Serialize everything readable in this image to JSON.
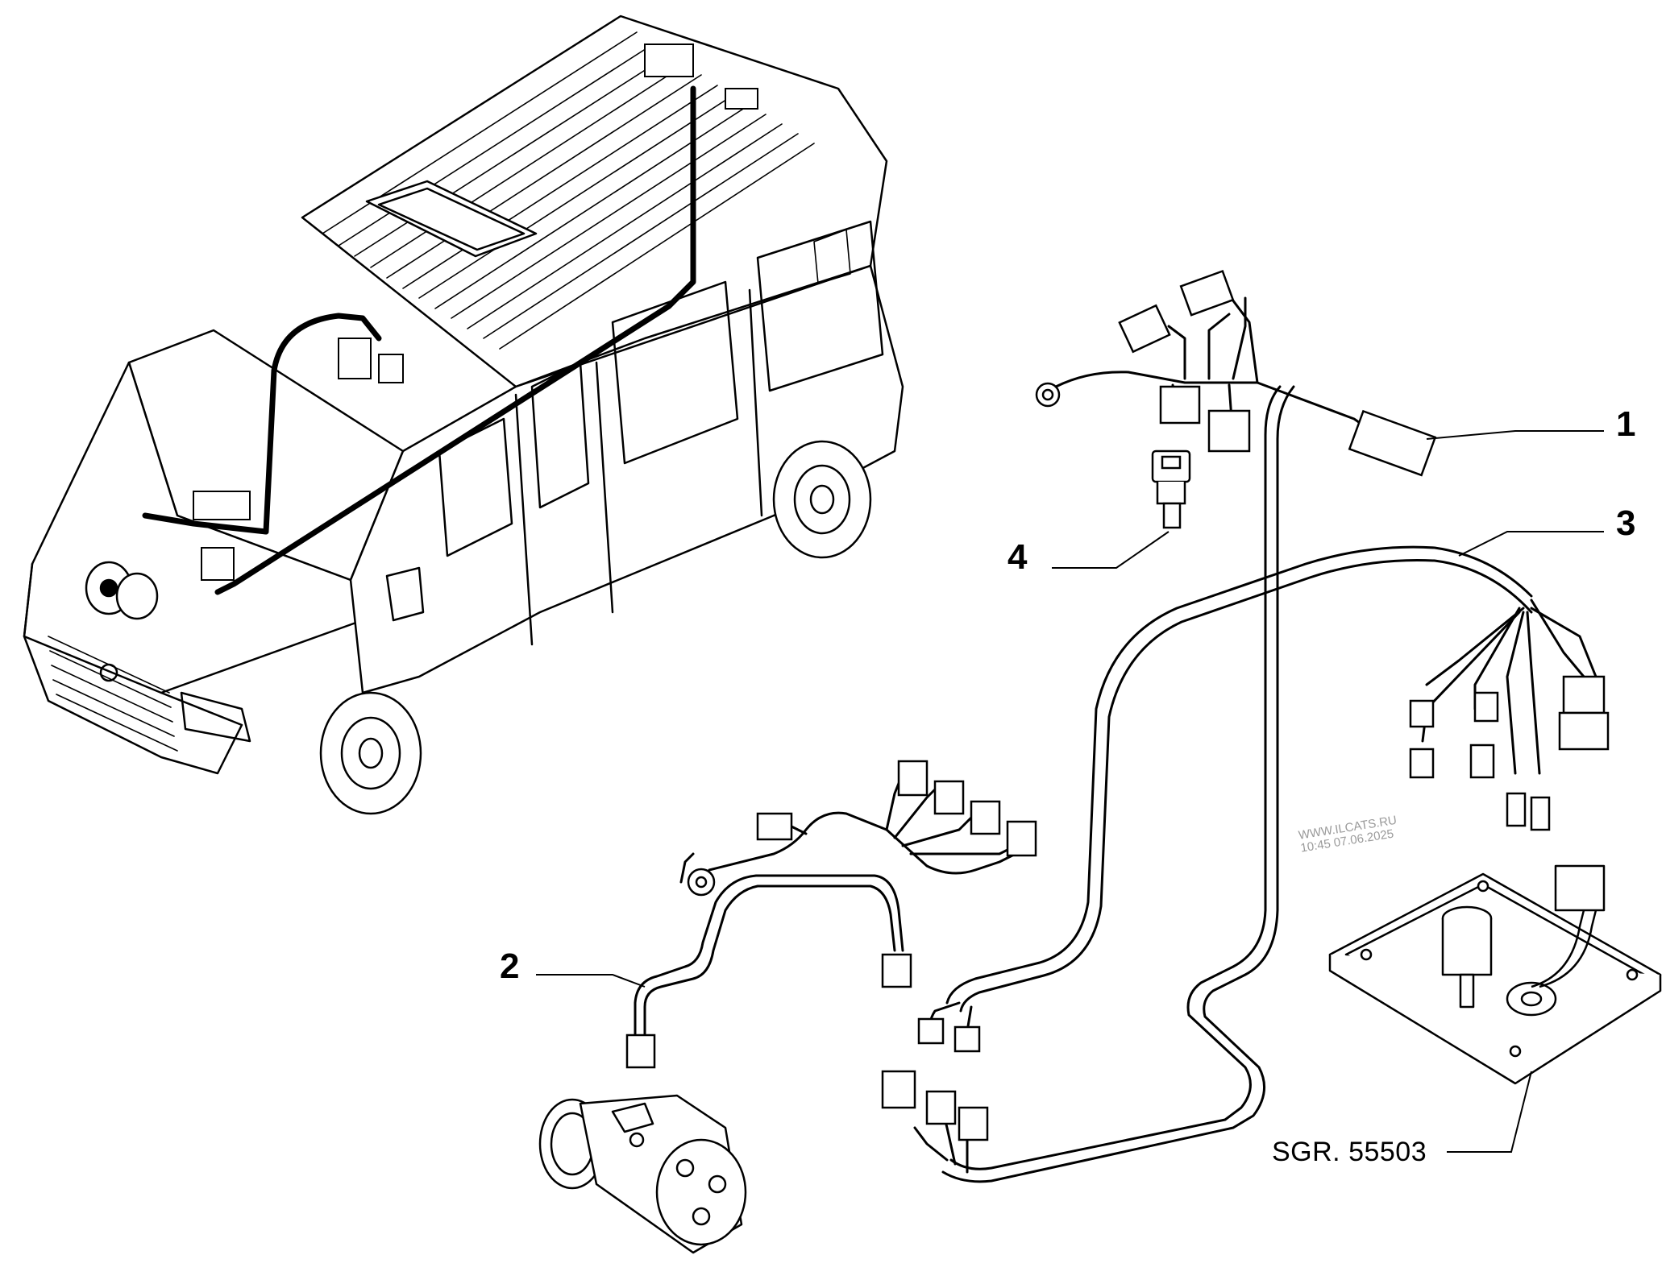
{
  "callouts": {
    "part_1": "1",
    "part_2": "2",
    "part_3": "3",
    "part_4": "4"
  },
  "reference_label": "SGR. 55503",
  "watermark": {
    "site": "WWW.ILCATS.RU",
    "timestamp": "10:45 07.06.2025"
  }
}
